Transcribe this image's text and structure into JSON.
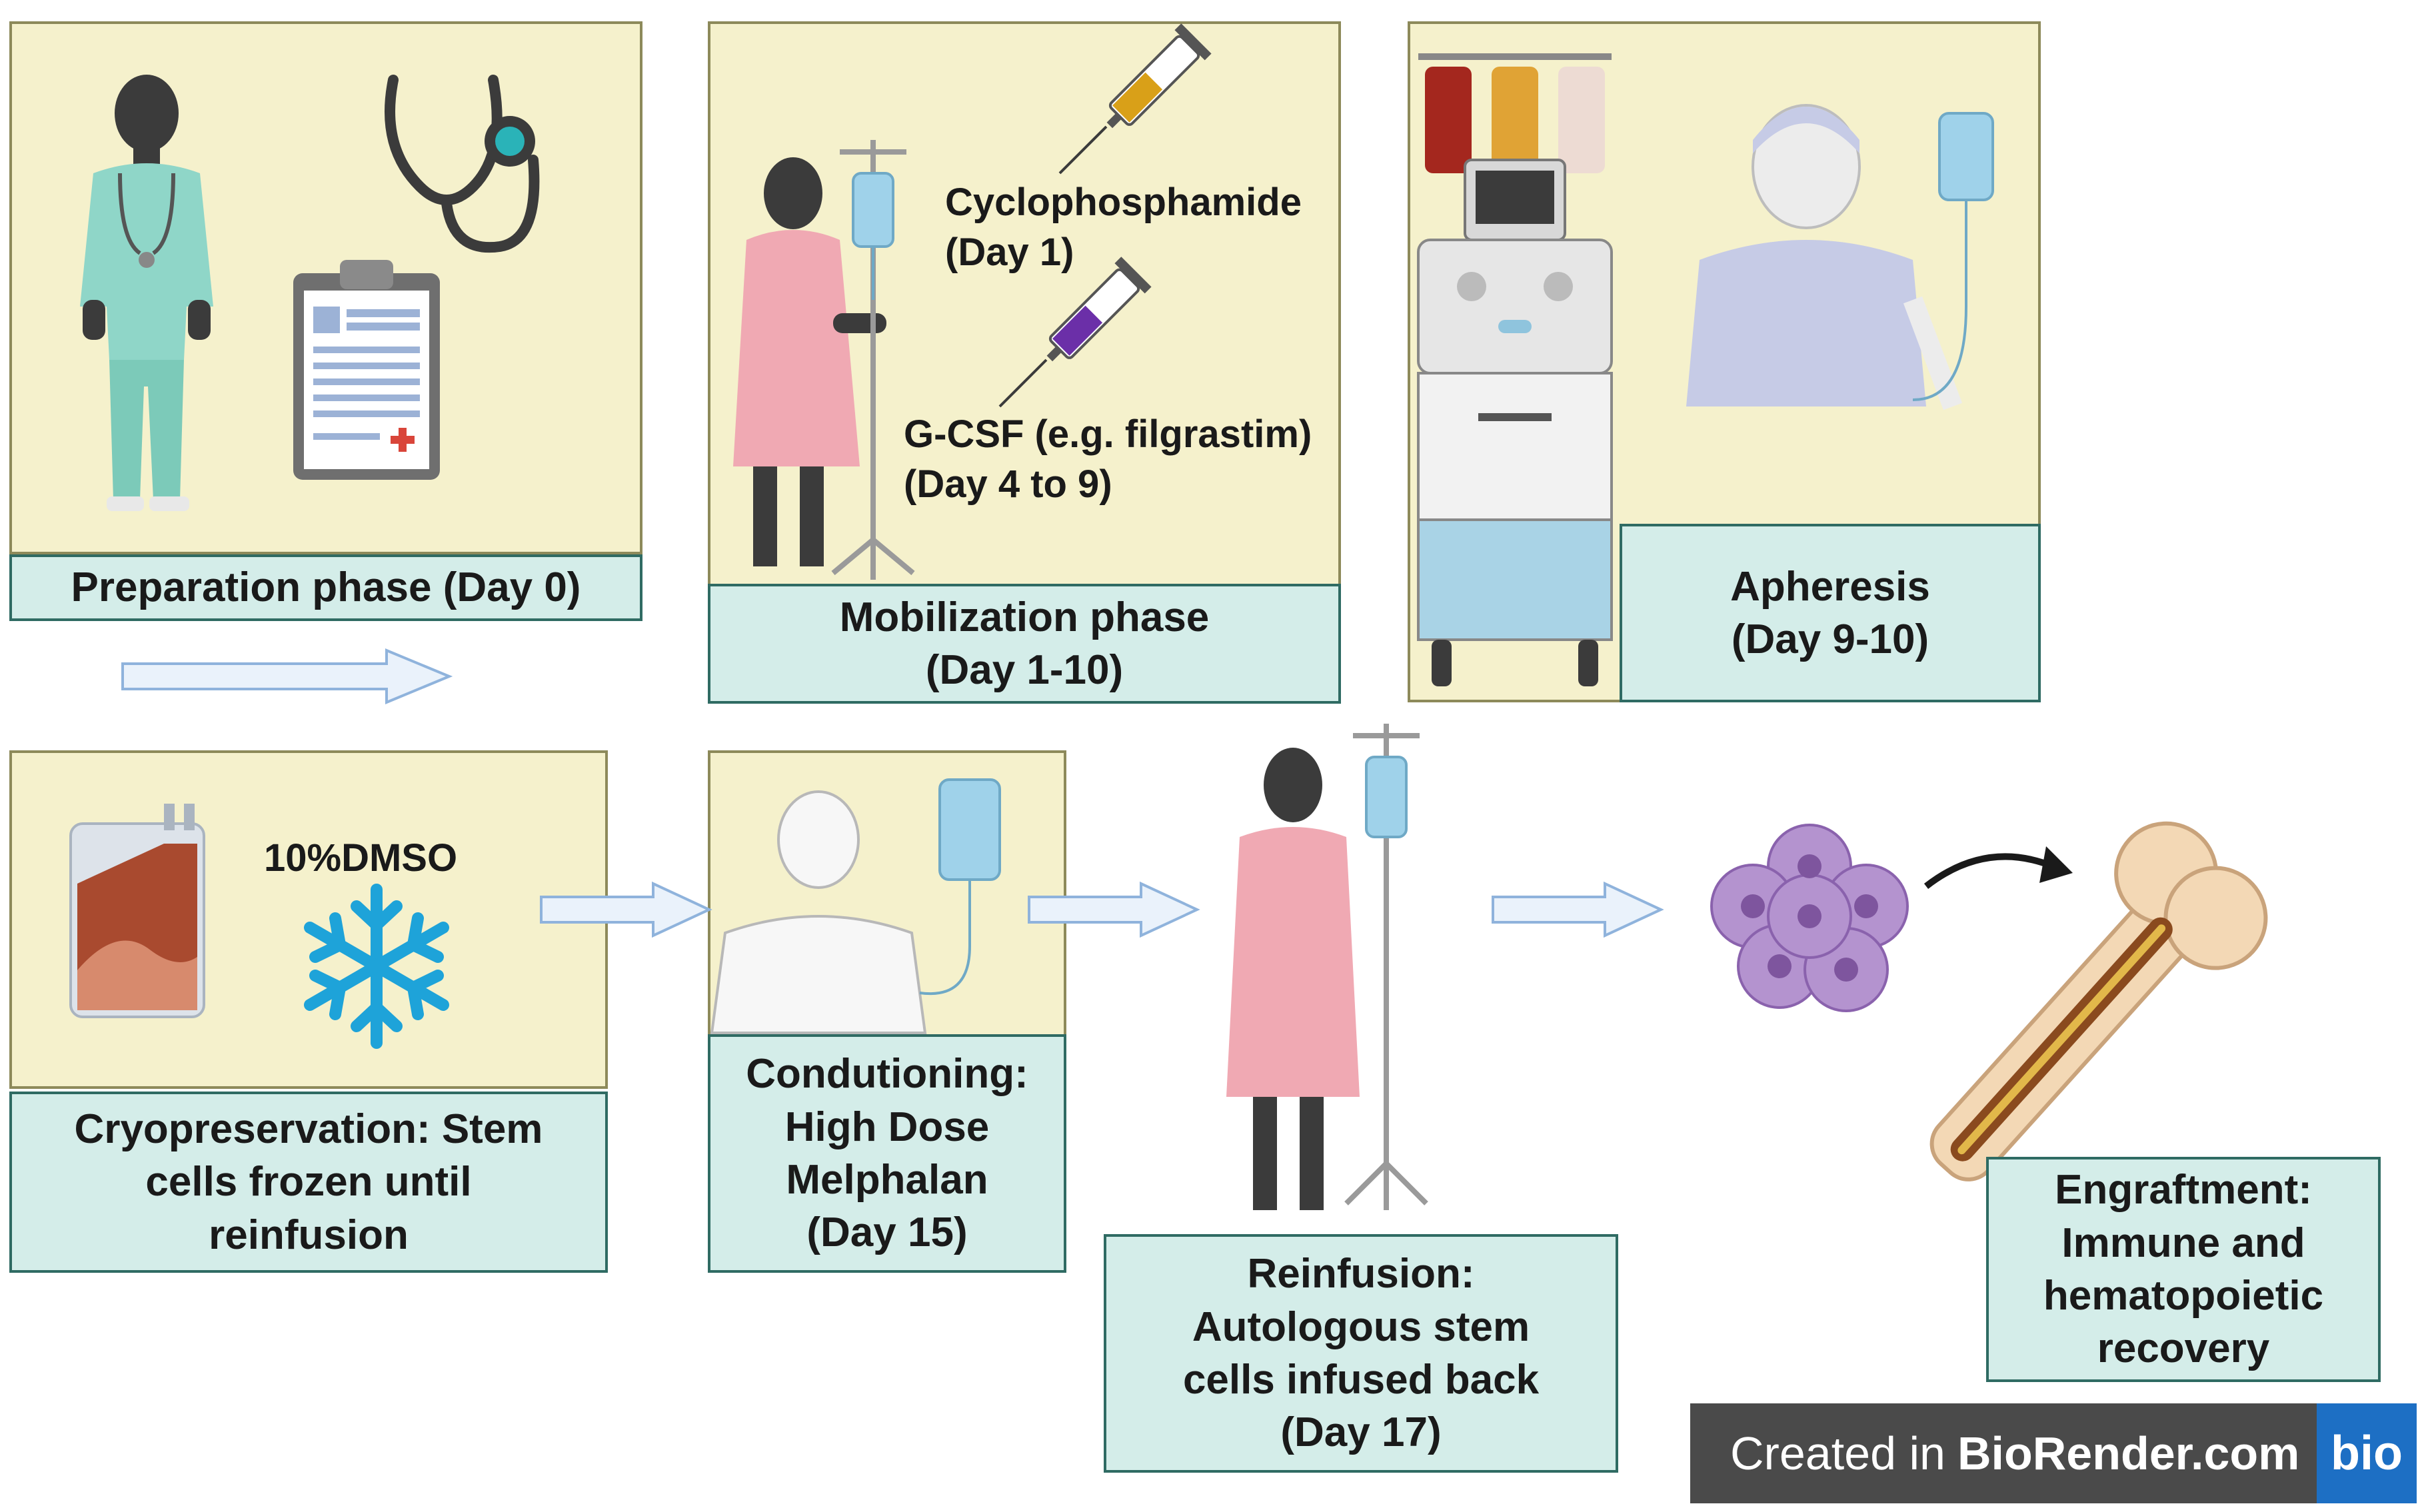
{
  "steps": {
    "preparation": {
      "lines": [
        "Preparation phase (Day 0)"
      ]
    },
    "mobilization": {
      "lines": [
        "Mobilization phase",
        "(Day 1-10)"
      ]
    },
    "apheresis": {
      "lines": [
        "Apheresis",
        "(Day 9-10)"
      ]
    },
    "cryopreservation": {
      "lines": [
        "Cryopreservation: Stem",
        "cells frozen until",
        "reinfusion"
      ]
    },
    "conditioning": {
      "lines": [
        "Condutioning:",
        "High Dose",
        "Melphalan",
        "(Day 15)"
      ]
    },
    "reinfusion": {
      "lines": [
        "Reinfusion:",
        "Autologous stem",
        "cells infused back",
        "(Day 17)"
      ]
    },
    "engraftment": {
      "lines": [
        "Engraftment:",
        "Immune and",
        "hematopoietic",
        "recovery"
      ]
    }
  },
  "annotations": {
    "cyclophosphamide": [
      "Cyclophosphamide",
      "(Day 1)"
    ],
    "gcsf": [
      "G-CSF (e.g. filgrastim)",
      "(Day 4 to 9)"
    ],
    "dmso": "10%DMSO"
  },
  "footer": {
    "prefix": "Created in",
    "brand": "BioRender.com",
    "logo": "bio"
  },
  "icons": [
    "doctor-icon",
    "stethoscope-icon",
    "clipboard-icon",
    "patient-icon",
    "iv-pole-icon",
    "syringe-icon",
    "apheresis-machine-icon",
    "blood-bag-icon",
    "snowflake-icon",
    "stem-cell-cluster-icon",
    "bone-icon",
    "flow-arrow-icon"
  ],
  "colors": {
    "panel_fill": "#f5f1cc",
    "label_fill": "#d4ede9",
    "label_border": "#2f6b63",
    "arrow_fill": "#eaf2fb",
    "arrow_stroke": "#8fb3dc",
    "snowflake": "#1ea3d9",
    "cells": "#a57bc4",
    "gown": "#f0a9b3",
    "scrubs": "#8fd6c8"
  }
}
